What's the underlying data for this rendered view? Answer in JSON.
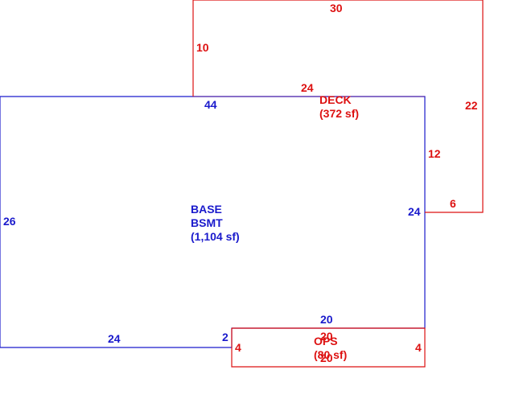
{
  "colors": {
    "base": "#1a1acc",
    "addition": "#dd1111"
  },
  "areas": {
    "base": {
      "name": "BASE",
      "subname": "BSMT",
      "area": "(1,104 sf)"
    },
    "deck": {
      "name": "DECK",
      "area": "(372 sf)"
    },
    "ops": {
      "name": "OPS",
      "area": "(80 sf)"
    }
  },
  "dimensions": {
    "deck_top": "30",
    "deck_left": "10",
    "deck_inner_top": "24",
    "deck_right": "22",
    "deck_inner_right": "12",
    "deck_bottom": "6",
    "base_top": "44",
    "base_left": "26",
    "base_right": "24",
    "base_bottom_right": "20",
    "base_bottom_left": "24",
    "base_step": "2",
    "ops_top": "20",
    "ops_bottom": "20",
    "ops_left": "4",
    "ops_right": "4"
  }
}
